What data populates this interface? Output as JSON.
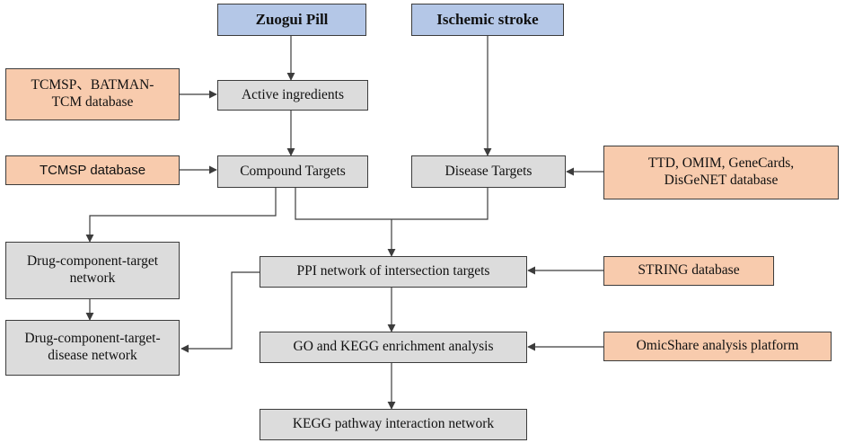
{
  "nodes": {
    "zuogui_pill": "Zuogui Pill",
    "ischemic_stroke": "Ischemic stroke",
    "tcmsp_batman": "TCMSP、BATMAN-TCM database",
    "active_ingredients": "Active ingredients",
    "tcmsp_database": "TCMSP database",
    "compound_targets": "Compound Targets",
    "disease_targets": "Disease Targets",
    "disease_databases": "TTD, OMIM, GeneCards, DisGeNET database",
    "drug_component_target_network": "Drug-component-target network",
    "ppi_network": "PPI network of intersection targets",
    "string_database": "STRING database",
    "drug_component_target_disease_network": "Drug-component-target-disease network",
    "go_kegg_enrichment": "GO and KEGG enrichment analysis",
    "omicshare_platform": "OmicShare analysis platform",
    "kegg_pathway_network": "KEGG pathway interaction network"
  },
  "colors": {
    "source_fill": "#b4c7e7",
    "database_fill": "#f8cbad",
    "process_fill": "#dcdcdc",
    "border": "#3c3c3c"
  }
}
